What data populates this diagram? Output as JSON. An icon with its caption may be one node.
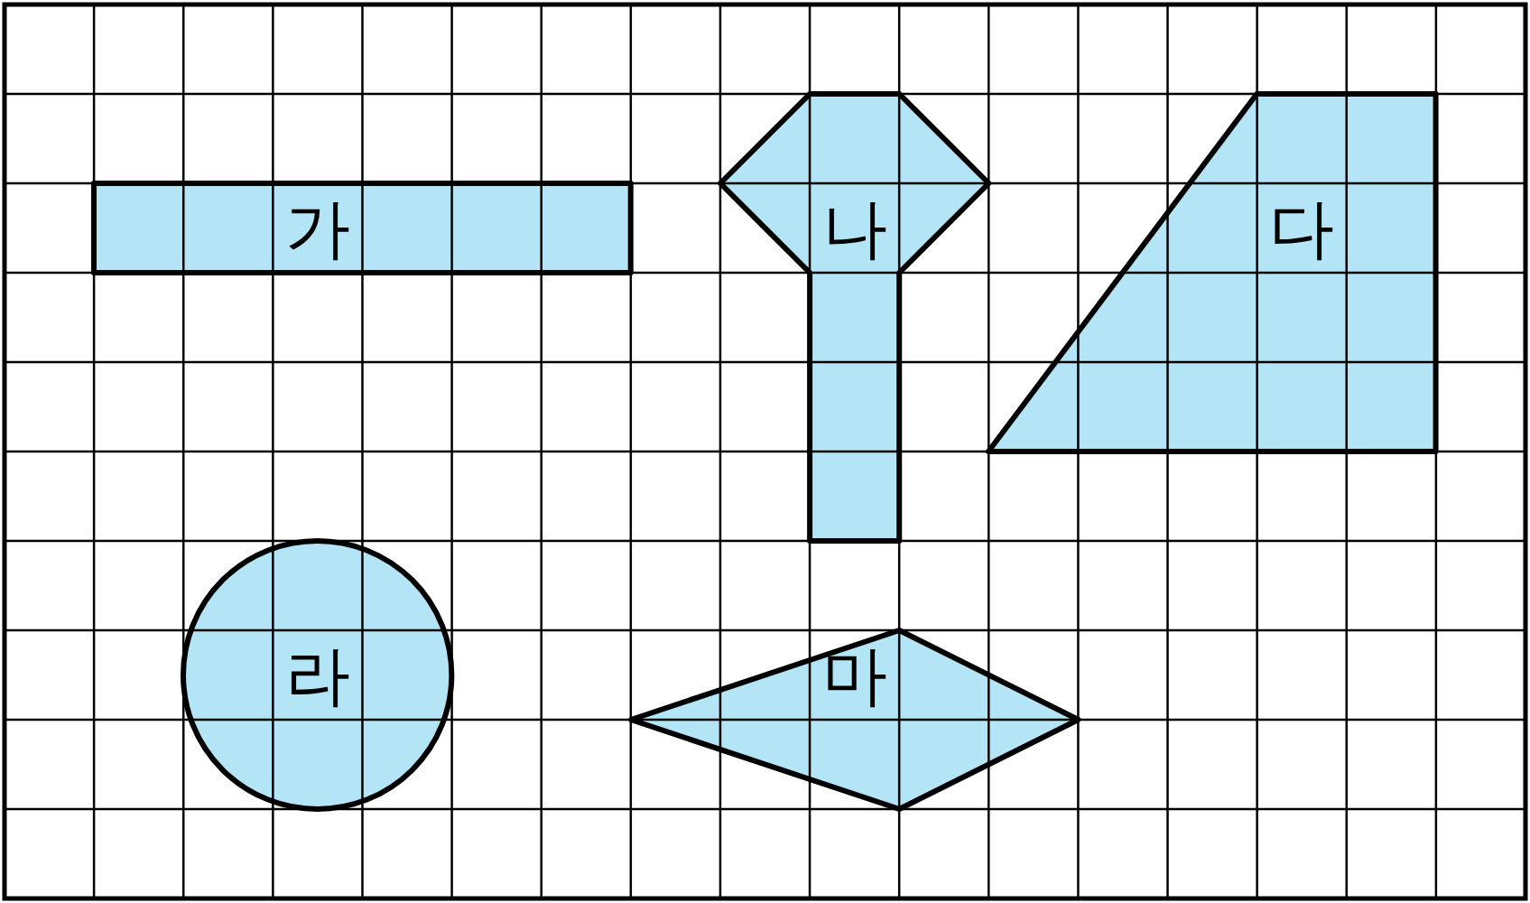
{
  "diagram": {
    "nodes": [
      {
        "text": [
          "가"
        ]
      },
      {
        "text": [
          "나"
        ]
      },
      {
        "text": [
          "다"
        ]
      },
      {
        "text": [
          "라"
        ]
      },
      {
        "text": [
          "마"
        ]
      }
    ]
  }
}
